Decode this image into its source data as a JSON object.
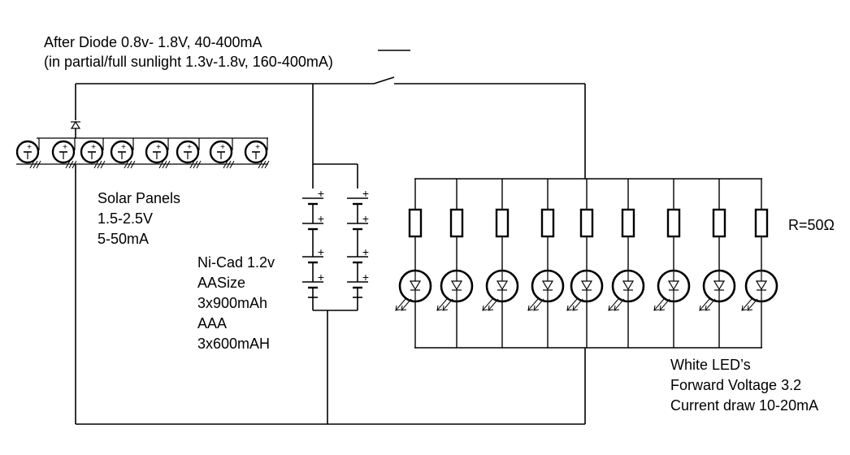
{
  "labels": {
    "diode_line1": "After Diode 0.8v- 1.8V, 40-400mA",
    "diode_line2": "(in partial/full sunlight 1.3v-1.8v, 160-400mA)",
    "solar_line1": "Solar Panels",
    "solar_line2": "1.5-2.5V",
    "solar_line3": "5-50mA",
    "battery_line1": "Ni-Cad 1.2v",
    "battery_line2": "AASize",
    "battery_line3": "3x900mAh",
    "battery_line4": "AAA",
    "battery_line5": "3x600mAH",
    "resistor": "R=50Ω",
    "led_line1": "White LED’s",
    "led_line2": "Forward Voltage 3.2",
    "led_line3": "Current draw 10-20mA"
  },
  "components": {
    "solar_cells": 8,
    "battery_strings": 2,
    "cells_per_string": 4,
    "led_branches": 9
  },
  "symbols": {
    "plus": "+",
    "minus": "−"
  }
}
